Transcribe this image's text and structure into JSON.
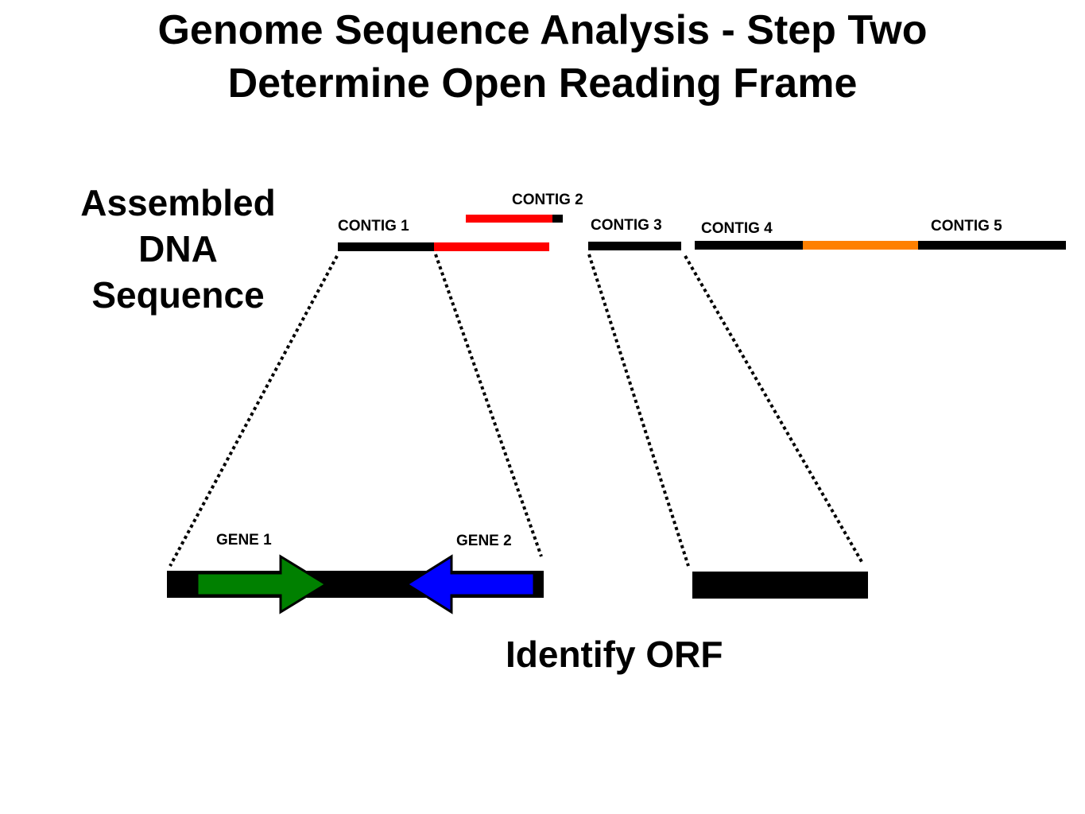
{
  "title_line1": "Genome Sequence Analysis - Step Two",
  "title_line2": "Determine Open Reading Frame",
  "side_label": {
    "line1": "Assembled",
    "line2": "DNA",
    "line3": "Sequence"
  },
  "contigs": {
    "contig1": "CONTIG 1",
    "contig2": "CONTIG 2",
    "contig3": "CONTIG 3",
    "contig4": "CONTIG 4",
    "contig5": "CONTIG 5"
  },
  "genes": {
    "gene1": "GENE 1",
    "gene2": "GENE 2"
  },
  "orf_label": "Identify ORF",
  "colors": {
    "sequence": "#000000",
    "overlap_red": "#ff0000",
    "overlap_orange": "#ff8000",
    "gene1_green": "#008000",
    "gene2_blue": "#0000ff"
  }
}
